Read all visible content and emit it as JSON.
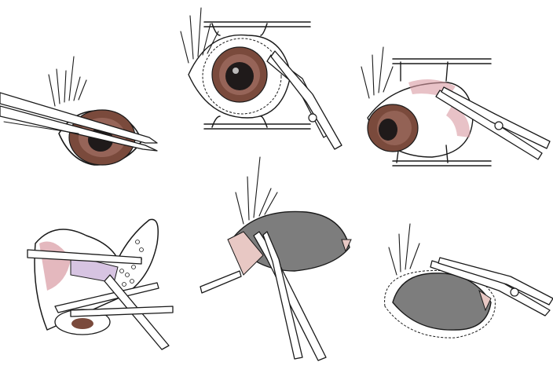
{
  "figure": {
    "panels": [
      {
        "id": "a",
        "subject": "eye-grasped-with-forceps"
      },
      {
        "id": "b",
        "subject": "speculum-with-scissors-at-limbus"
      },
      {
        "id": "c",
        "subject": "globe-rotated-cutting-muscle"
      },
      {
        "id": "d",
        "subject": "optic-nerve-transection"
      },
      {
        "id": "e",
        "subject": "empty-socket-with-hemostat"
      },
      {
        "id": "f",
        "subject": "eyelid-margin-excision"
      }
    ],
    "colors": {
      "iris": "#7a4a3c",
      "iris_light": "#b9867a",
      "pupil": "#1f1a1a",
      "tissue_pink": "#e8c8c4",
      "muscle": "#d89aa2",
      "fat_yellow": "#f7edc9",
      "nerve_lilac": "#d7c4e2",
      "socket_gray": "#7d7d7d",
      "outline": "#1a1a1a"
    }
  }
}
